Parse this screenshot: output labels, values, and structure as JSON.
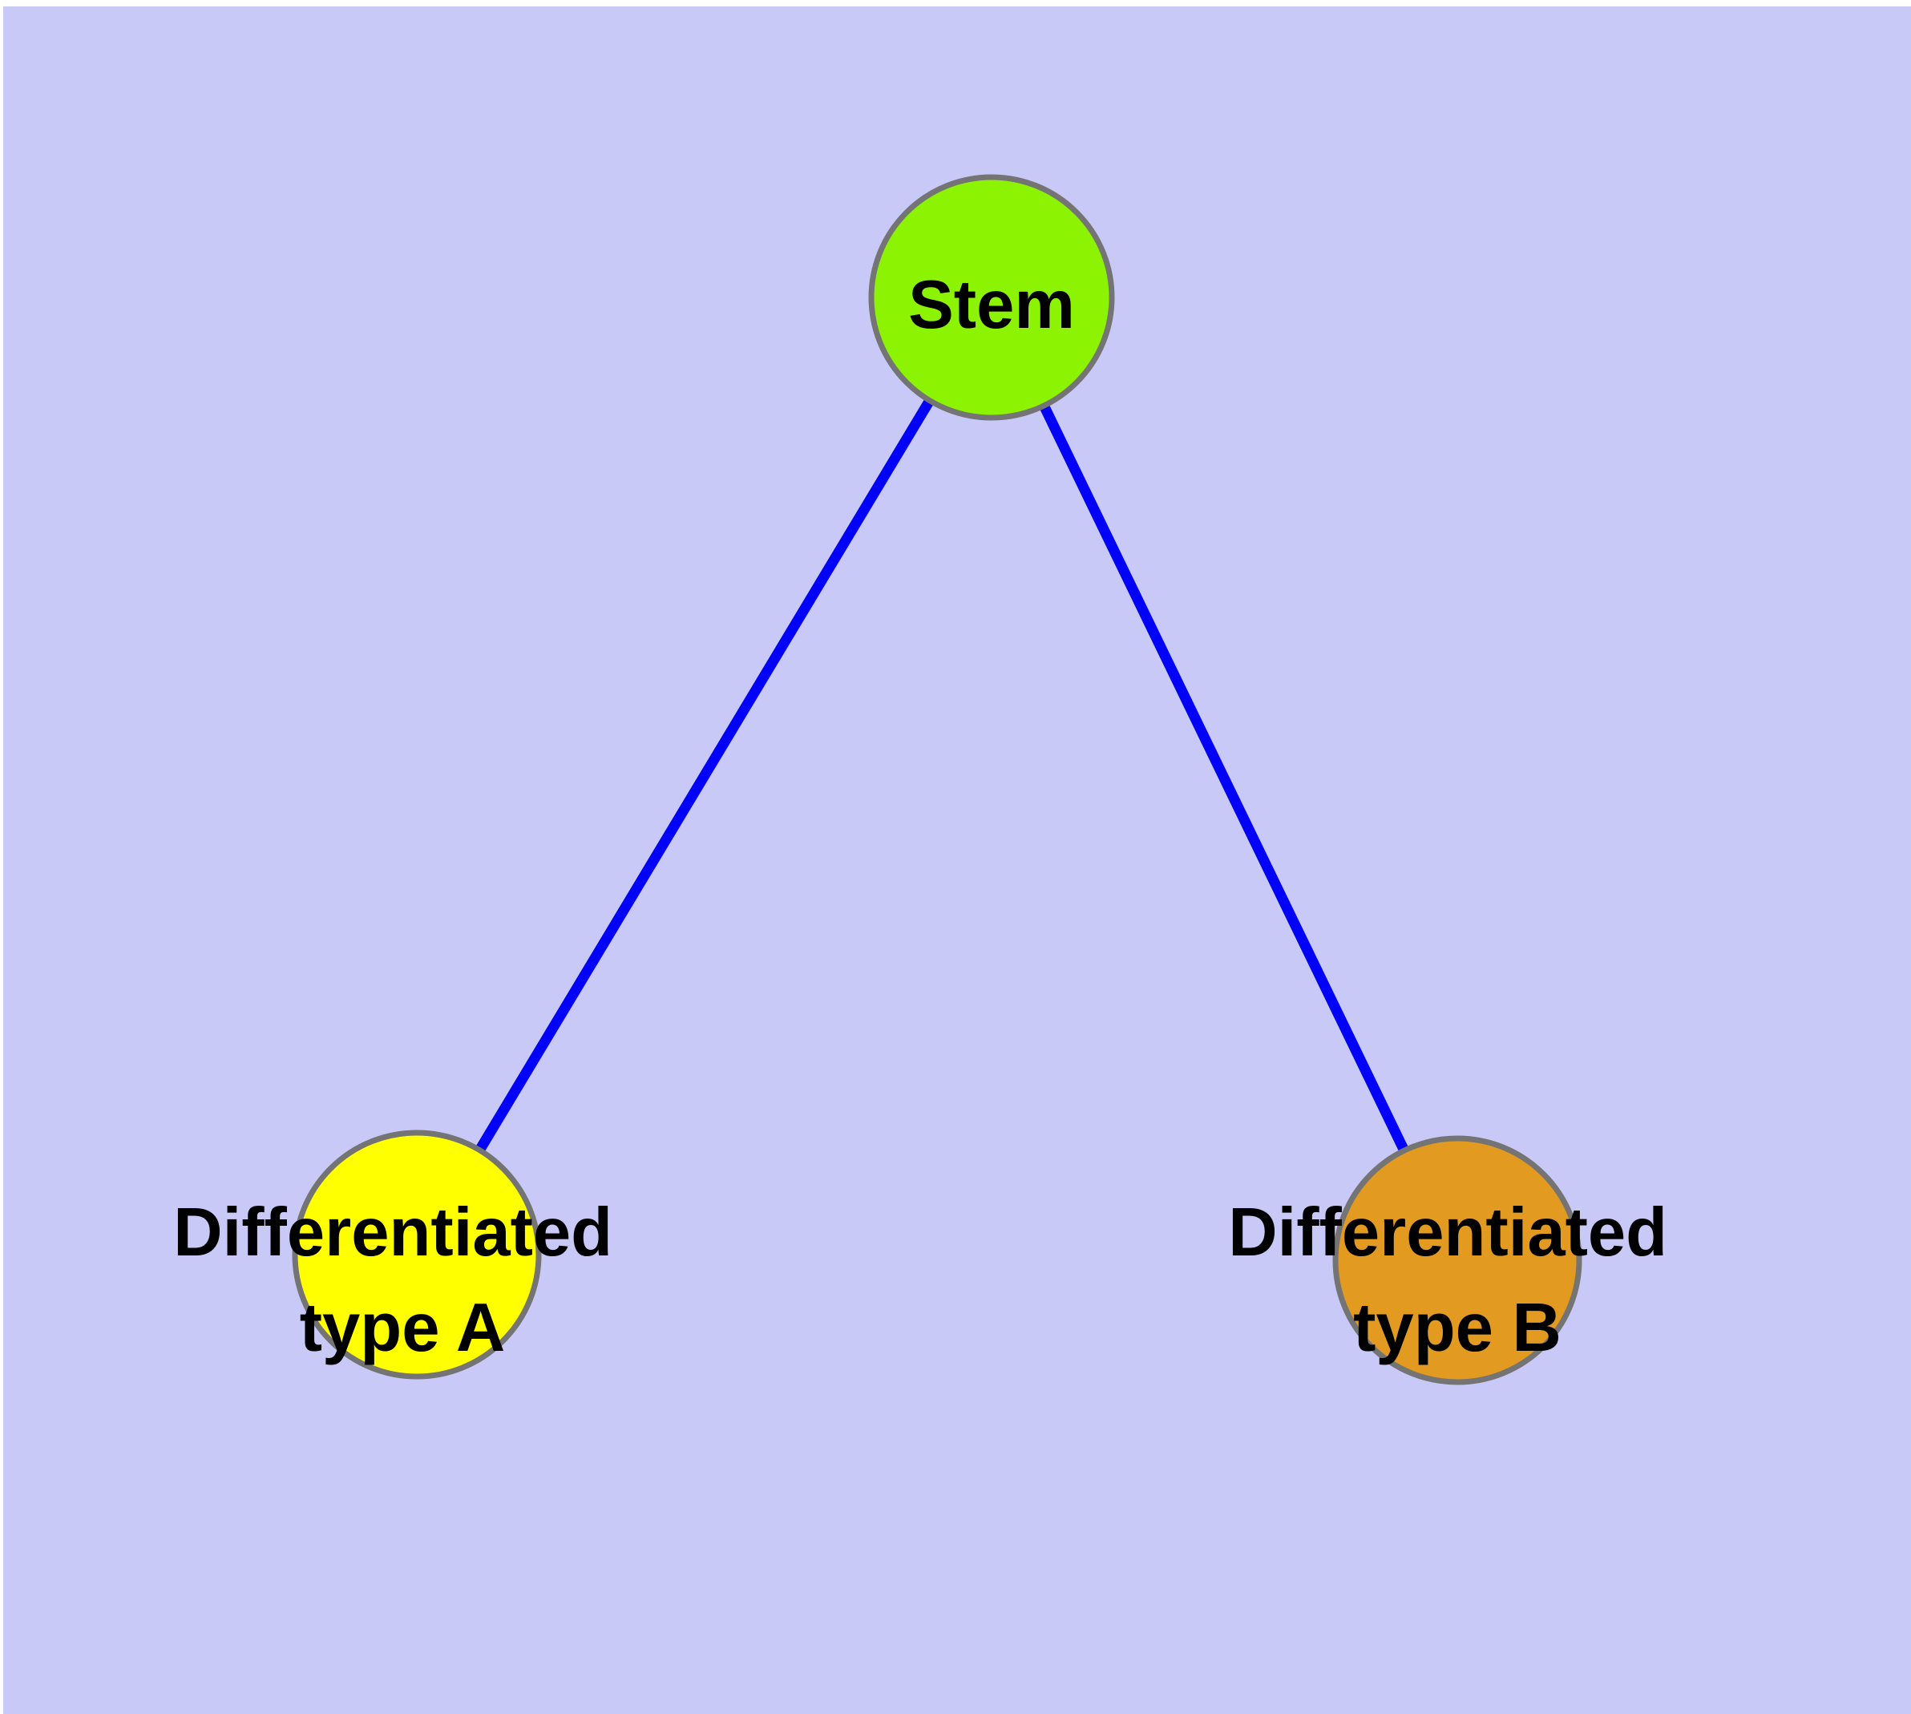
{
  "diagram": {
    "title": "",
    "background_color": "#C9C9F7",
    "page_margin_color": "#FFFFFF",
    "edge_color": "#0202F8",
    "node_border_color": "#747474",
    "label_color": "#000000",
    "nodes": [
      {
        "id": "stem",
        "label": "Stem",
        "lines": [
          "Stem"
        ],
        "fill_color": "#8CF402"
      },
      {
        "id": "differentiated-type-a",
        "label": "Differentiated type A",
        "lines": [
          "Differentiated",
          "type A"
        ],
        "fill_color": "#FFFF00"
      },
      {
        "id": "differentiated-type-b",
        "label": "Differentiated type B",
        "lines": [
          "Differentiated",
          "type B"
        ],
        "fill_color": "#E29A20"
      }
    ],
    "edges": [
      {
        "from": "Stem",
        "to": "Differentiated type A"
      },
      {
        "from": "Stem",
        "to": "Differentiated type B"
      }
    ]
  }
}
